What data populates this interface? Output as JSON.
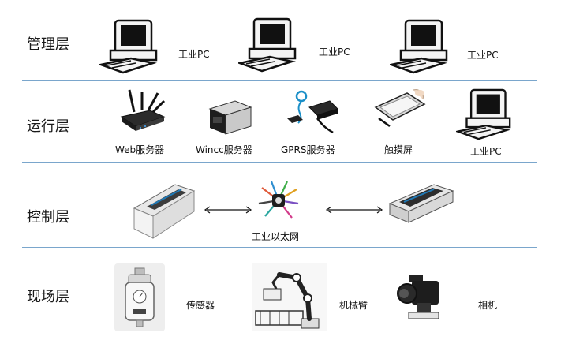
{
  "layers": {
    "management": "管理层",
    "operation": "运行层",
    "control": "控制层",
    "field": "现场层"
  },
  "management": {
    "pc1": "工业PC",
    "pc2": "工业PC",
    "pc3": "工业PC"
  },
  "operation": {
    "web": "Web服务器",
    "wincc": "Wincc服务器",
    "gprs": "GPRS服务器",
    "touch": "触摸屏",
    "pc": "工业PC"
  },
  "control": {
    "ethernet": "工业以太网"
  },
  "field": {
    "sensor": "传感器",
    "arm": "机械臂",
    "camera": "相机"
  }
}
